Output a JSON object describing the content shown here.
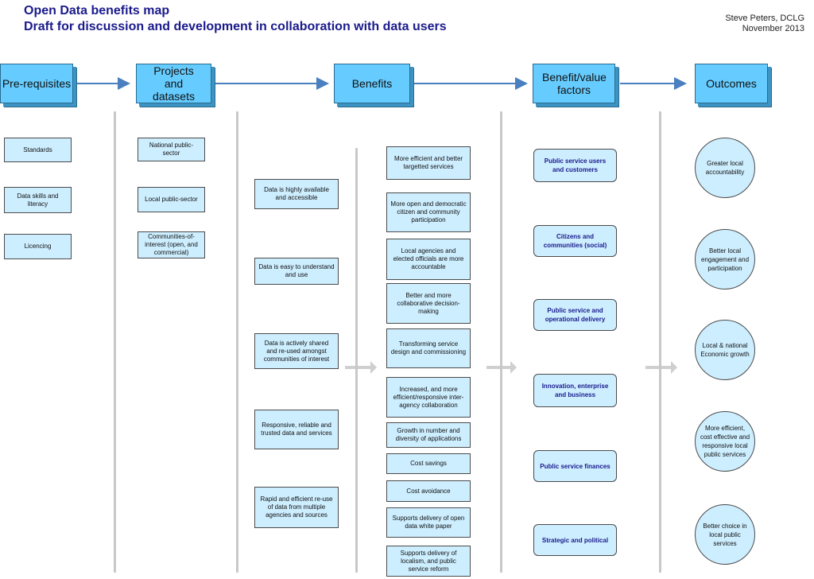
{
  "title": {
    "line1": "Open Data benefits map",
    "line2": "Draft for discussion and development in collaboration with data users"
  },
  "author": {
    "name": "Steve Peters, DCLG",
    "date": "November 2013"
  },
  "headers": {
    "prereq": "Pre-requisites",
    "projects": "Projects and datasets",
    "benefits": "Benefits",
    "factors": "Benefit/value factors",
    "outcomes": "Outcomes"
  },
  "prerequisites": [
    "Standards",
    "Data skills and literacy",
    "Licencing"
  ],
  "projects": [
    "National public-sector",
    "Local public-sector",
    "Communities-of-interest (open, and commercial)"
  ],
  "data_qualities": [
    "Data is highly available and accessible",
    "Data is easy to understand and use",
    "Data is actively shared and re-used amongst communities of interest",
    "Responsive, reliable and trusted data and services",
    "Rapid and efficient re-use of data from multiple agencies and sources"
  ],
  "benefits": [
    "More efficient and better targetted services",
    "More open and democratic citizen and community participation",
    "Local agencies and elected officials are more accountable",
    "Better and more collaborative decision-making",
    "Transforming service design and commissioning",
    "Increased, and more efficient/responsive inter-agency collaboration",
    "Growth in number and diversity of applications",
    "Cost savings",
    "Cost avoidance",
    "Supports delivery of open data white paper",
    "Supports delivery of localism, and public service reform"
  ],
  "factors": [
    "Public service users and customers",
    "Citizens and communities (social)",
    "Public service and operational delivery",
    "Innovation, enterprise and business",
    "Public service finances",
    "Strategic and political"
  ],
  "outcomes": [
    "Greater local accountability",
    "Better local engagement and participation",
    "Local & national Economic growth",
    "More efficient, cost effective and responsive local public services",
    "Better choice in local public services"
  ],
  "colors": {
    "title": "#1a1a8c",
    "header_fill": "#66ccff",
    "box_fill": "#cdeeff",
    "arrow": "#4a7fc0",
    "divider": "#c8c8c8"
  }
}
